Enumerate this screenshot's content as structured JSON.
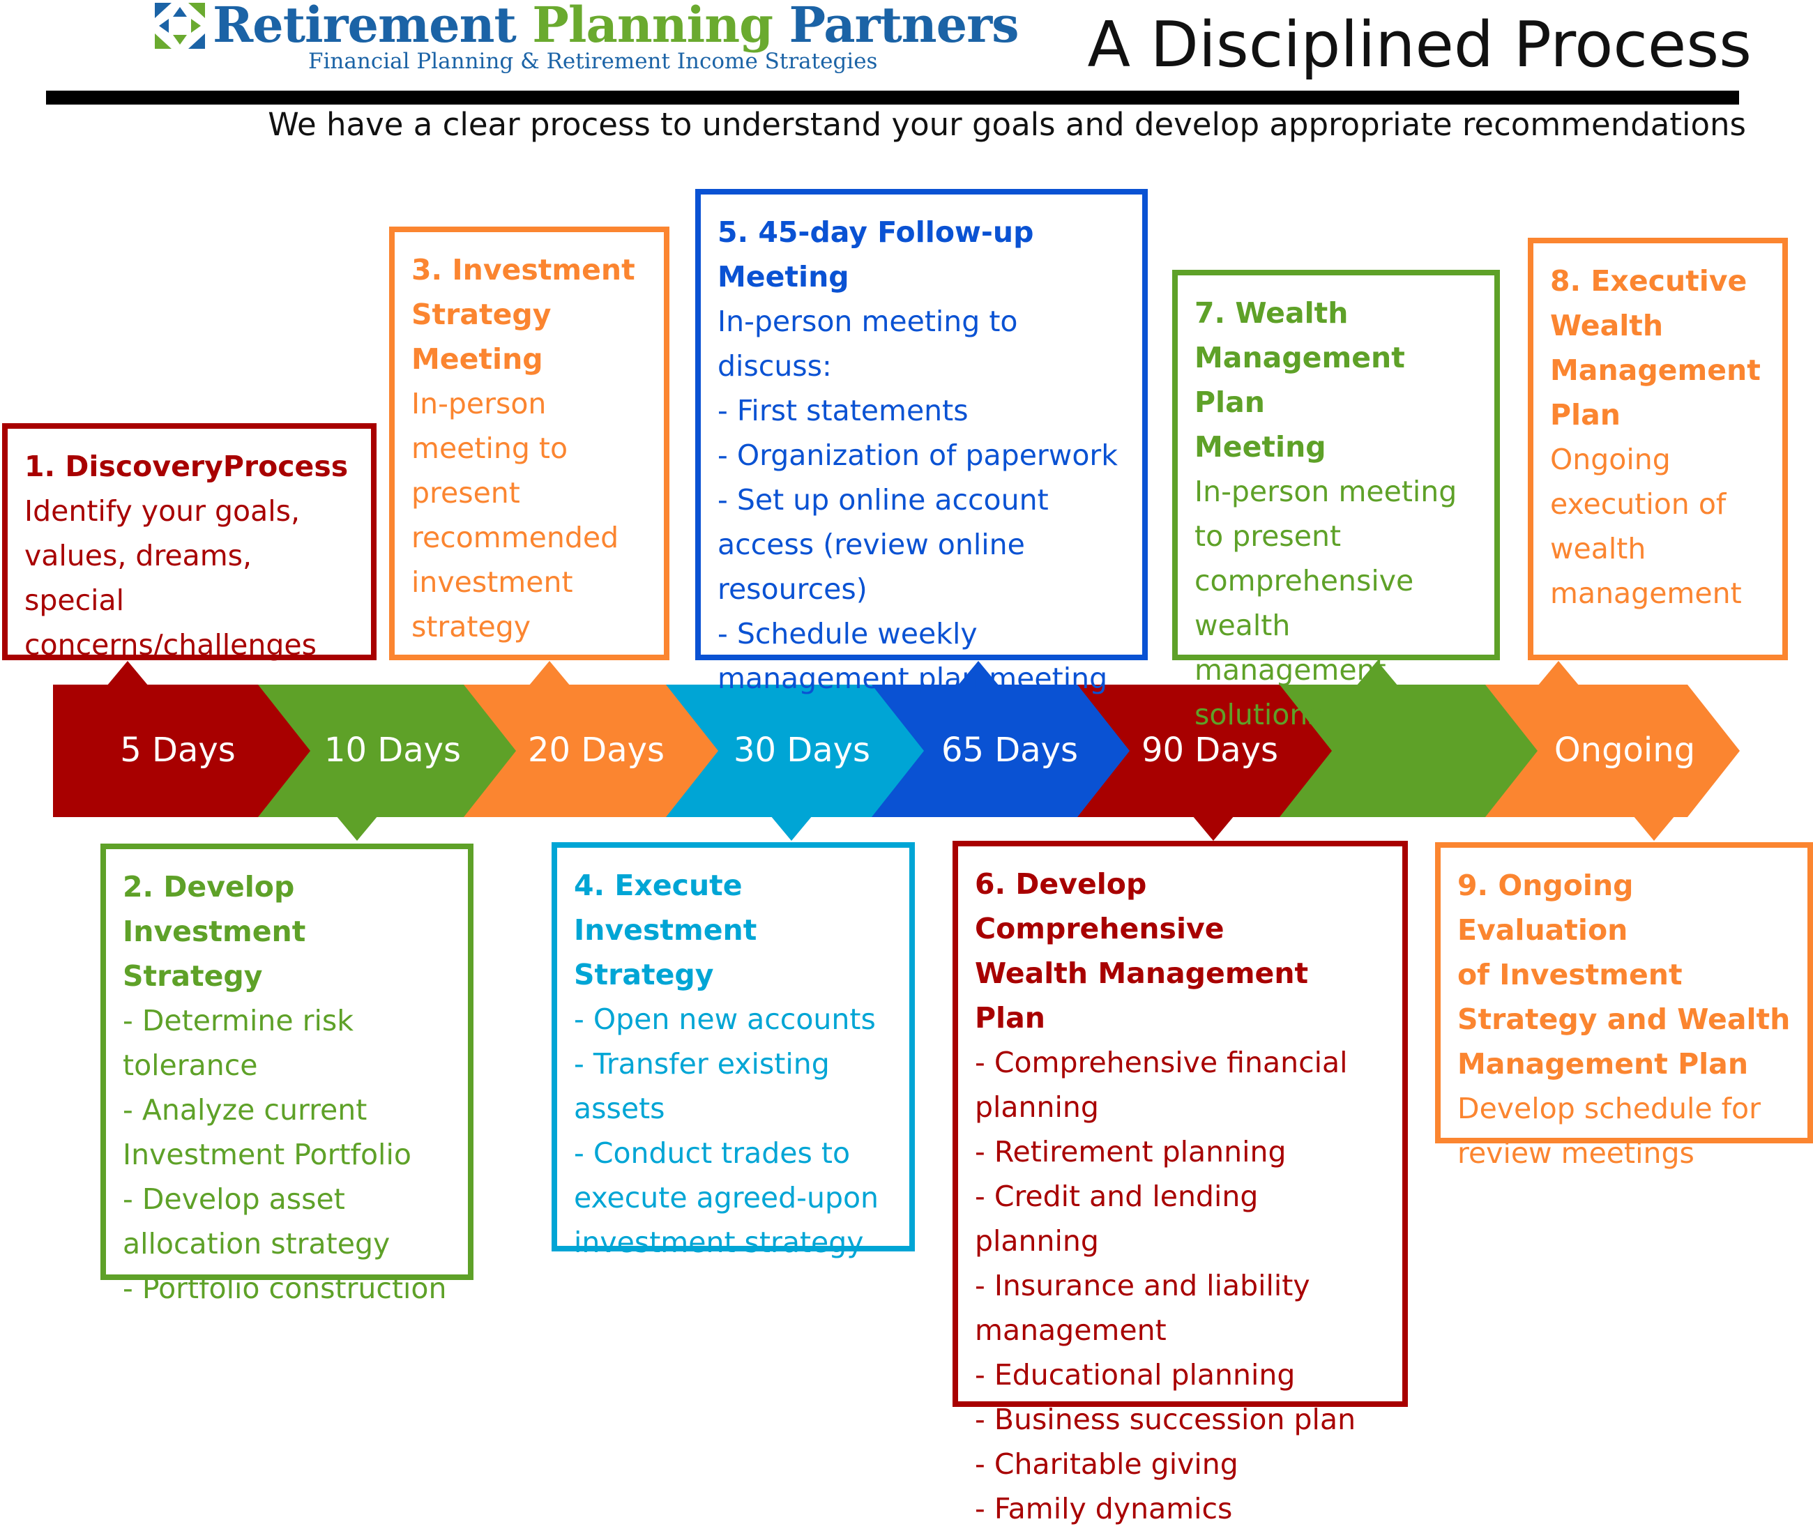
{
  "header": {
    "brand_part1": "Retirement",
    "brand_part2": "Planning",
    "brand_part3": "Partners",
    "tagline": "Financial Planning & Retirement Income Strategies",
    "title": "A Disciplined Process",
    "subtitle": "We have a clear process to understand your goals and develop appropriate recommendations"
  },
  "colors": {
    "red": "#a80000",
    "green": "#5ea128",
    "orange": "#fb8530",
    "light_blue": "#00a5d5",
    "blue": "#0a52d3",
    "brand_blue": "#1b63a6",
    "brand_green": "#6aaa2f"
  },
  "timeline": {
    "segments": [
      {
        "label": "5 Days",
        "color": "#a80000"
      },
      {
        "label": "10 Days",
        "color": "#5ea128"
      },
      {
        "label": "20 Days",
        "color": "#fb8530"
      },
      {
        "label": "30 Days",
        "color": "#00a5d5"
      },
      {
        "label": "65 Days",
        "color": "#0a52d3"
      },
      {
        "label": "90 Days",
        "color": "#a80000"
      },
      {
        "label": "",
        "color": "#5ea128"
      },
      {
        "label": "Ongoing",
        "color": "#fb8530"
      }
    ]
  },
  "steps": [
    {
      "title": [
        "1. DiscoveryProcess"
      ],
      "lines": [
        "Identify your goals,",
        "values, dreams, special",
        "concerns/challenges"
      ],
      "color": "#a80000"
    },
    {
      "title": [
        "2. Develop",
        "Investment Strategy"
      ],
      "lines": [
        "- Determine risk",
        "tolerance",
        "- Analyze current",
        "Investment Portfolio",
        "- Develop asset",
        "allocation strategy",
        "- Portfolio construction"
      ],
      "color": "#5ea128"
    },
    {
      "title": [
        "3. Investment",
        "Strategy",
        "Meeting"
      ],
      "lines": [
        "In-person",
        "meeting to",
        "present",
        "recommended",
        "investment",
        "strategy"
      ],
      "color": "#fb8530"
    },
    {
      "title": [
        "4. Execute",
        "Investment Strategy"
      ],
      "lines": [
        "- Open new accounts",
        "- Transfer existing",
        "assets",
        "- Conduct trades to",
        "execute agreed-upon",
        "investment strategy"
      ],
      "color": "#00a5d5"
    },
    {
      "title": [
        "5. 45-day Follow-up",
        "Meeting"
      ],
      "lines": [
        "In-person meeting to discuss:",
        "- First statements",
        "- Organization of paperwork",
        "- Set up online account",
        "access (review online",
        "resources)",
        "- Schedule weekly",
        "management plan meeting"
      ],
      "color": "#0a52d3"
    },
    {
      "title": [
        "6. Develop Comprehensive",
        "Wealth Management Plan"
      ],
      "lines": [
        "- Comprehensive financial",
        "planning",
        "- Retirement planning",
        "- Credit and lending planning",
        "- Insurance and liability",
        "management",
        "- Educational planning",
        "- Business succession plan",
        "- Charitable giving",
        "- Family dynamics"
      ],
      "color": "#a80000"
    },
    {
      "title": [
        "7. Wealth",
        "Management Plan",
        "Meeting"
      ],
      "lines": [
        "In-person meeting",
        "to present",
        "comprehensive",
        "wealth management",
        "solutions"
      ],
      "color": "#5ea128"
    },
    {
      "title": [
        "8. Executive",
        "Wealth",
        "Management",
        "Plan"
      ],
      "lines": [
        "Ongoing",
        "execution of",
        "wealth",
        "management"
      ],
      "color": "#fb8530"
    },
    {
      "title": [
        "9. Ongoing Evaluation",
        "of Investment",
        "Strategy and Wealth",
        "Management Plan"
      ],
      "lines": [
        "Develop schedule for",
        "review meetings"
      ],
      "color": "#fb8530"
    }
  ]
}
